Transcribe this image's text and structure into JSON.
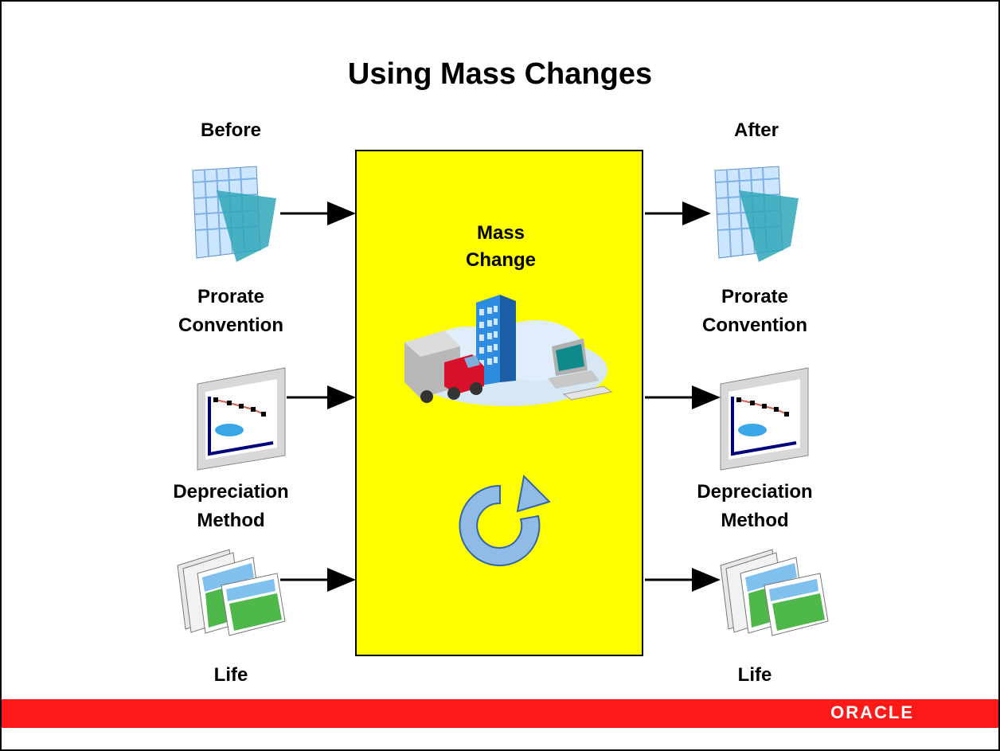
{
  "title": "Using Mass Changes",
  "before": {
    "header": "Before",
    "items": [
      {
        "label_line1": "Prorate",
        "label_line2": "Convention",
        "icon": "spreadsheet-icon"
      },
      {
        "label_line1": "Depreciation",
        "label_line2": "Method",
        "icon": "chart-icon"
      },
      {
        "label_line1": "Life",
        "label_line2": "",
        "icon": "documents-icon"
      }
    ]
  },
  "after": {
    "header": "After",
    "items": [
      {
        "label_line1": "Prorate",
        "label_line2": "Convention",
        "icon": "spreadsheet-icon"
      },
      {
        "label_line1": "Depreciation",
        "label_line2": "Method",
        "icon": "chart-icon"
      },
      {
        "label_line1": "Life",
        "label_line2": "",
        "icon": "documents-icon"
      }
    ]
  },
  "center": {
    "line1": "Mass",
    "line2": "Change",
    "icons": [
      "building-icon",
      "truck-icon",
      "computer-icon",
      "refresh-icon"
    ],
    "background": "#ffff00"
  },
  "footer": {
    "logo": "ORACLE",
    "banner_color": "#ff1a1a"
  }
}
